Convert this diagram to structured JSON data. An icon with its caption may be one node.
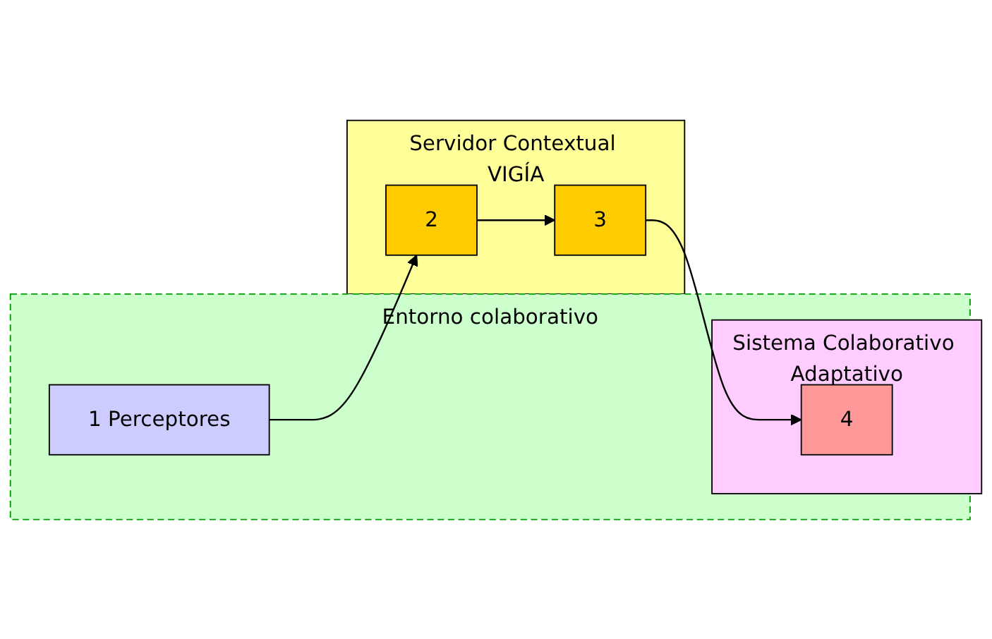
{
  "diagram": {
    "nodes": [
      {
        "text": [
          "Entorno colaborativo"
        ]
      },
      {
        "text": [
          "1 Perceptores"
        ],
        "in": 0
      },
      {
        "text": [
          "Servidor Contextual VIGÍA"
        ]
      },
      {
        "text": [
          "2"
        ],
        "in": 2
      },
      {
        "text": [
          "3"
        ],
        "in": 2
      },
      {
        "text": [
          "Sistema Colaborativo Adaptativo"
        ],
        "in": 0
      },
      {
        "text": [
          "4"
        ],
        "in": 5
      }
    ],
    "edges": [
      {
        "from": 1,
        "to": 3,
        "arrow": "to"
      },
      {
        "from": 3,
        "to": 4,
        "arrow": "to"
      },
      {
        "from": 4,
        "to": 6,
        "arrow": "to"
      }
    ]
  }
}
